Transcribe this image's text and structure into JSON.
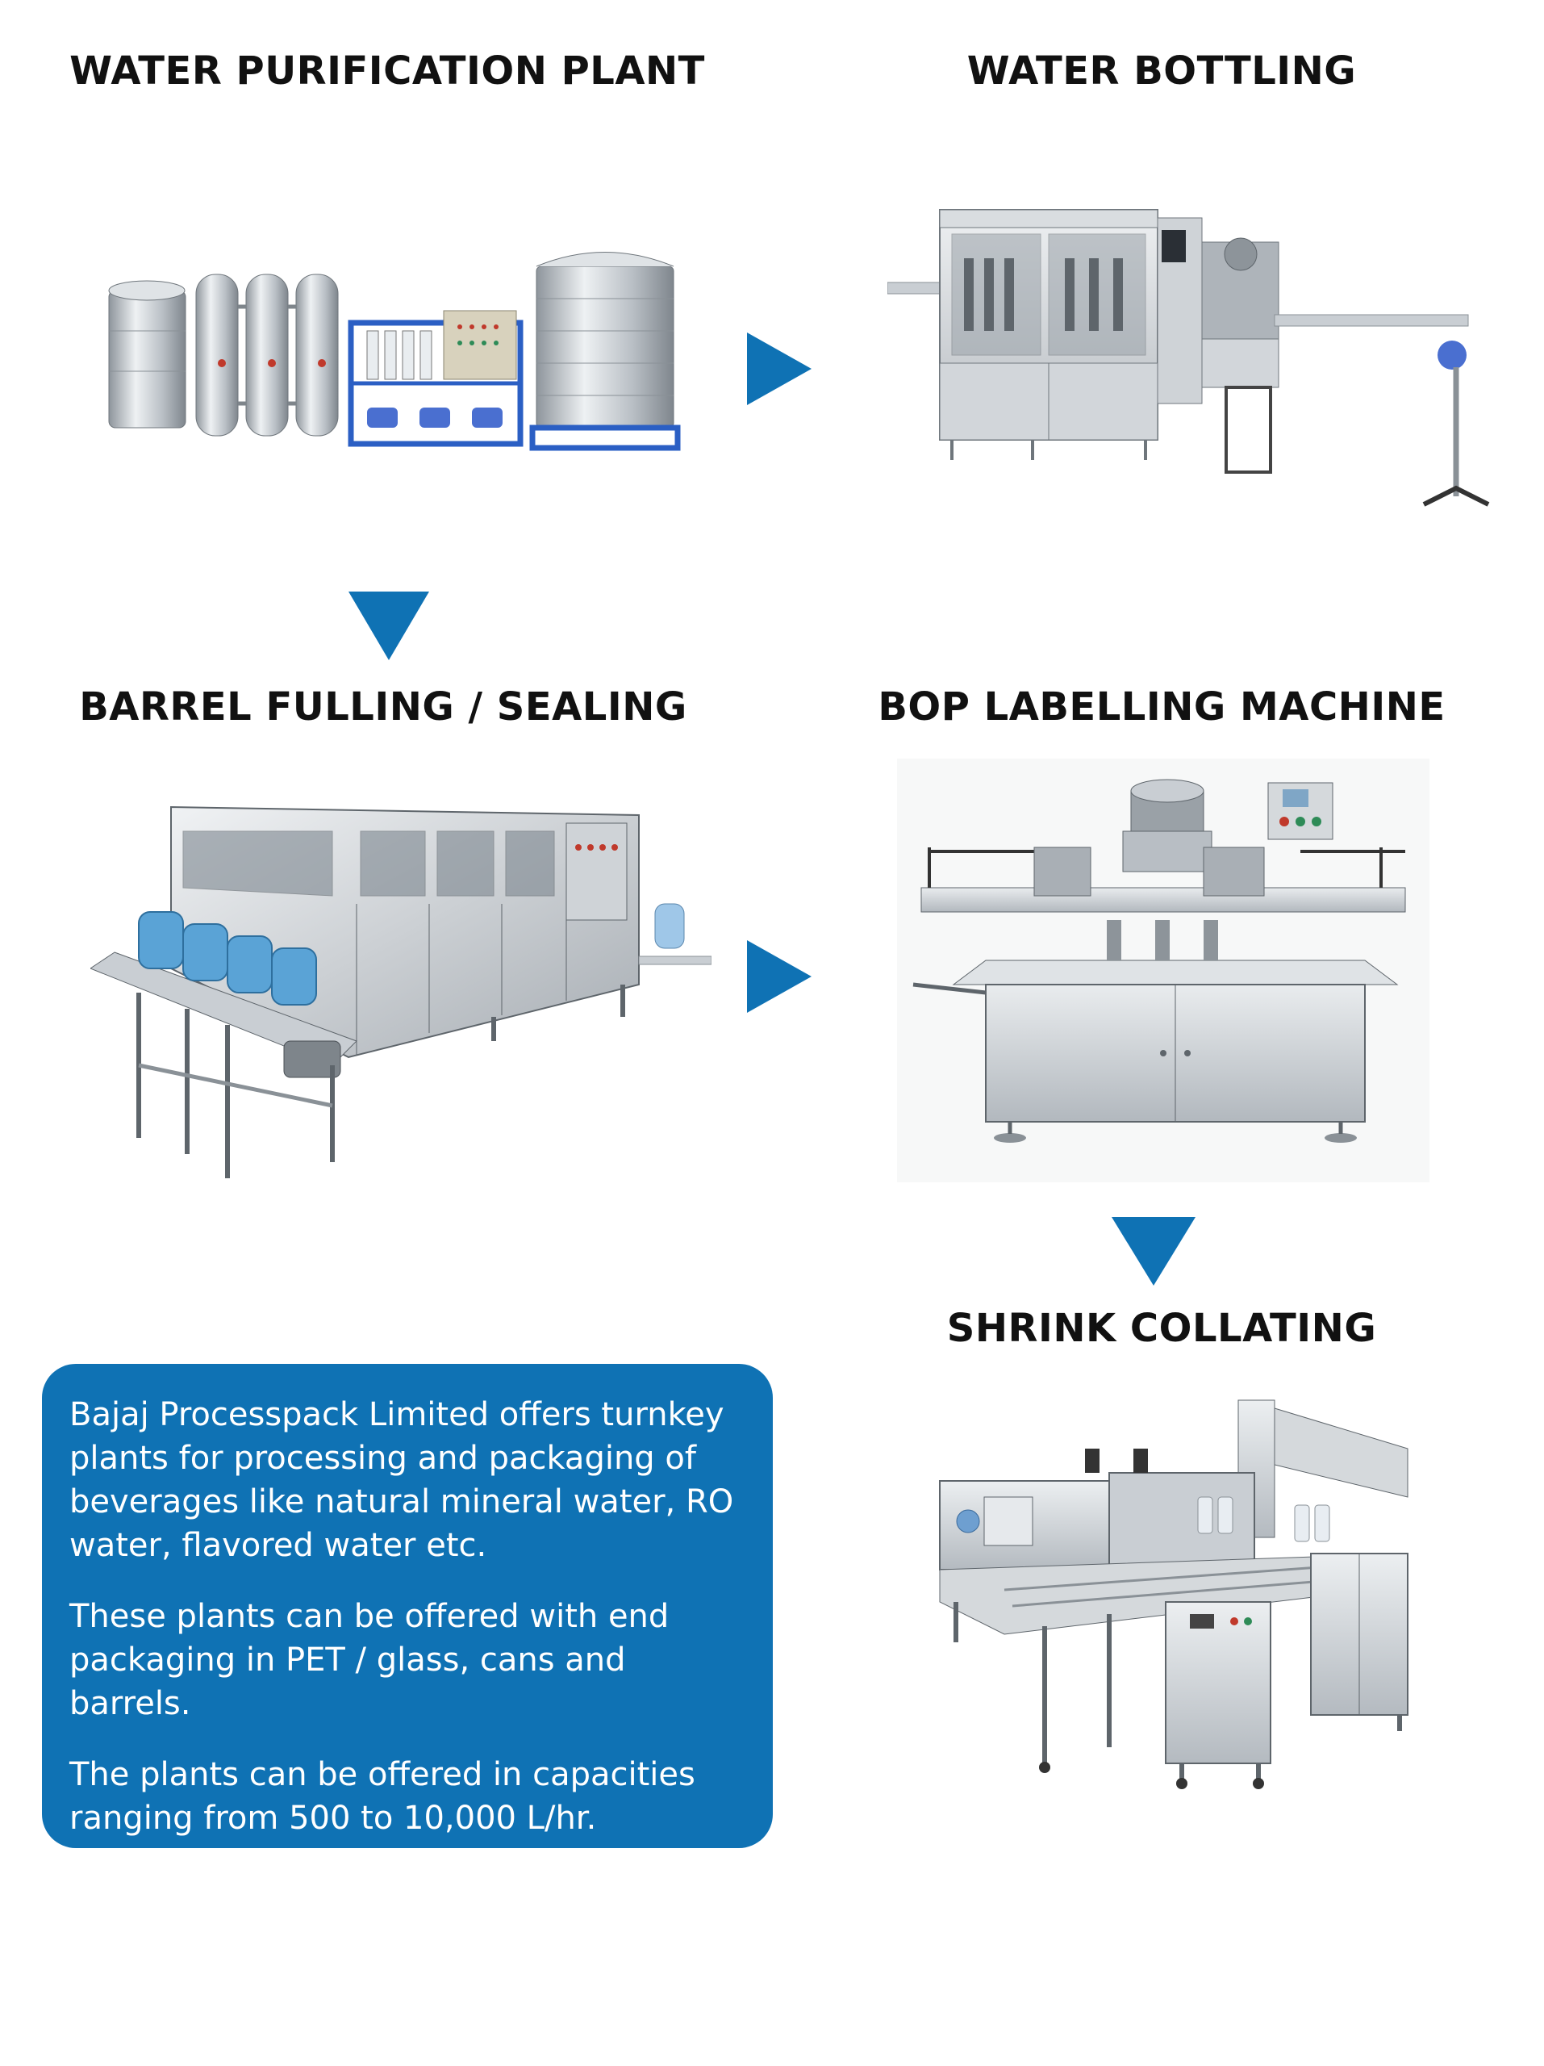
{
  "steps": [
    {
      "title": "WATER PURIFICATION PLANT"
    },
    {
      "title": "WATER BOTTLING"
    },
    {
      "title": "BARREL FULLING / SEALING"
    },
    {
      "title": "BOP LABELLING MACHINE"
    },
    {
      "title": "SHRINK COLLATING"
    }
  ],
  "arrows": [
    {
      "direction": "right",
      "icon": "arrow-right-icon"
    },
    {
      "direction": "down",
      "icon": "arrow-down-icon"
    },
    {
      "direction": "right",
      "icon": "arrow-right-icon"
    },
    {
      "direction": "down",
      "icon": "arrow-down-icon"
    }
  ],
  "info": {
    "paragraphs": [
      "Bajaj Processpack Limited offers turnkey plants for processing and packaging of beverages like natural mineral water, RO water, flavored water etc.",
      "These plants can be offered with end packaging in PET / glass, cans and barrels.",
      "The plants can be offered in capacities ranging from 500 to 10,000 L/hr."
    ]
  },
  "colors": {
    "accent": "#0f72b4",
    "steel": "#c9ced3",
    "frame": "#2b5fc4"
  }
}
